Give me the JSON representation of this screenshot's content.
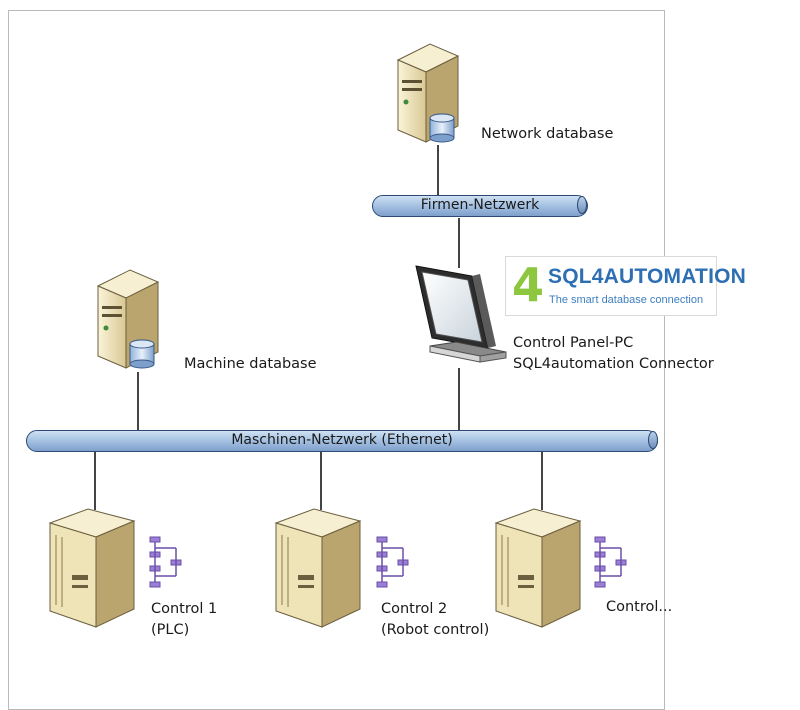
{
  "network_database": {
    "label": "Network database",
    "icon": "server-database-icon"
  },
  "company_network": {
    "label": "Firmen-Netzwerk"
  },
  "logo": {
    "mark": "4",
    "name": "SQL4AUTOMATION",
    "tagline": "The smart database connection"
  },
  "control_panel": {
    "line1": "Control Panel-PC",
    "line2": "SQL4automation Connector",
    "icon": "monitor-icon"
  },
  "machine_database": {
    "label": "Machine database",
    "icon": "server-database-icon"
  },
  "machine_network": {
    "label": "Maschinen-Netzwerk (Ethernet)"
  },
  "controls": [
    {
      "line1": "Control 1",
      "line2": "(PLC)",
      "icon": "controller-cabinet-icon"
    },
    {
      "line1": "Control 2",
      "line2": "(Robot control)",
      "icon": "controller-cabinet-icon"
    },
    {
      "line1": "Control...",
      "line2": "",
      "icon": "controller-cabinet-icon"
    }
  ],
  "colors": {
    "bus": "#a8c4e4",
    "bus_border": "#2c4a74",
    "logo_green": "#8dc63f",
    "logo_blue": "#2e6fb4",
    "flow_icon": "#9b7fd4"
  }
}
